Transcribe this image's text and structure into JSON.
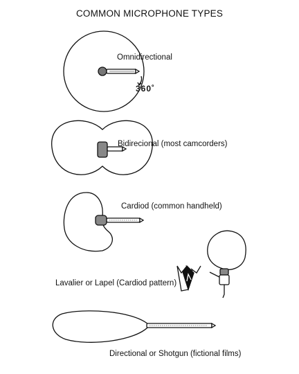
{
  "title": "COMMON MICROPHONE TYPES",
  "patterns": [
    {
      "label": "Omnidirectional",
      "annotation": "360˚"
    },
    {
      "label": "Bidirecional (most camcorders)"
    },
    {
      "label": "Cardiod (common handheld)"
    },
    {
      "label": "Lavalier or Lapel (Cardiod pattern)"
    },
    {
      "label": "Directional or Shotgun (fictional films)"
    }
  ]
}
